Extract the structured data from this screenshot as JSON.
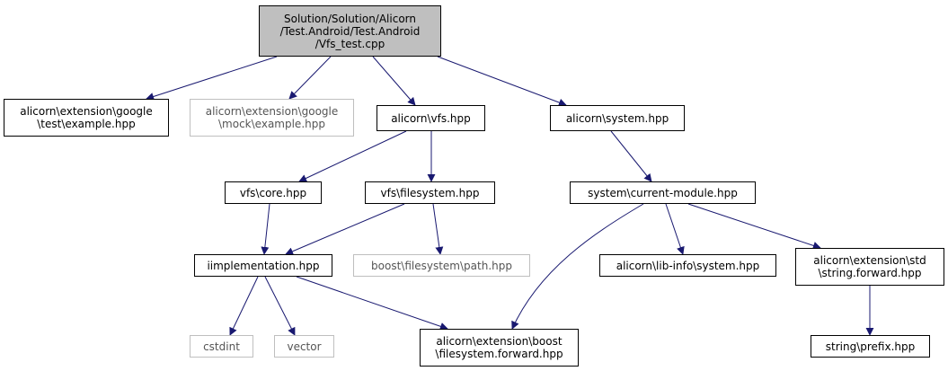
{
  "colors": {
    "edge": "#191970",
    "root_fill": "#bfbfbf",
    "external_border": "#bfbfbf"
  },
  "nodes": {
    "root": "Solution/Solution/Alicorn\n/Test.Android/Test.Android\n/Vfs_test.cpp",
    "gtest": "alicorn\\extension\\google\n\\test\\example.hpp",
    "gmock": "alicorn\\extension\\google\n\\mock\\example.hpp",
    "vfs": "alicorn\\vfs.hpp",
    "system": "alicorn\\system.hpp",
    "vfs_core": "vfs\\core.hpp",
    "vfs_filesystem": "vfs\\filesystem.hpp",
    "current_module": "system\\current-module.hpp",
    "iimplementation": "iimplementation.hpp",
    "boost_path": "boost\\filesystem\\path.hpp",
    "lib_info": "alicorn\\lib-info\\system.hpp",
    "string_forward": "alicorn\\extension\\std\n\\string.forward.hpp",
    "cstdint": "cstdint",
    "vector": "vector",
    "fs_forward": "alicorn\\extension\\boost\n\\filesystem.forward.hpp",
    "string_prefix": "string\\prefix.hpp"
  }
}
